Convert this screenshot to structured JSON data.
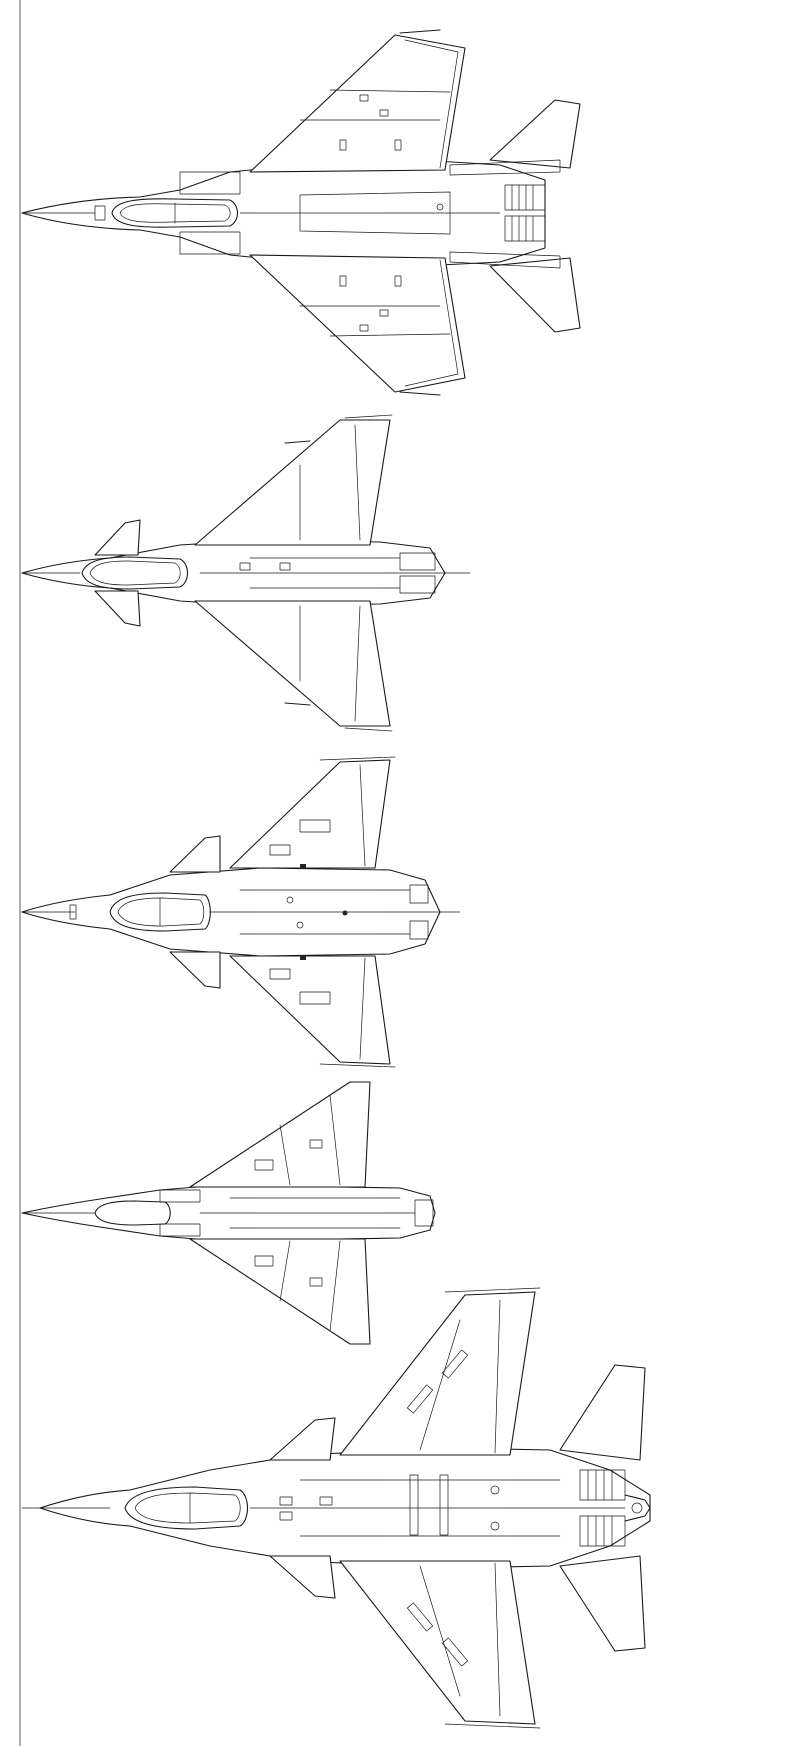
{
  "drawing": {
    "subject": "",
    "aircraft_count": 5,
    "line_color": "#1a1a1a",
    "background": "#ffffff"
  },
  "aircraft": [
    {
      "id": "aircraft-1"
    },
    {
      "id": "aircraft-2"
    },
    {
      "id": "aircraft-3"
    },
    {
      "id": "aircraft-4"
    },
    {
      "id": "aircraft-5"
    }
  ]
}
